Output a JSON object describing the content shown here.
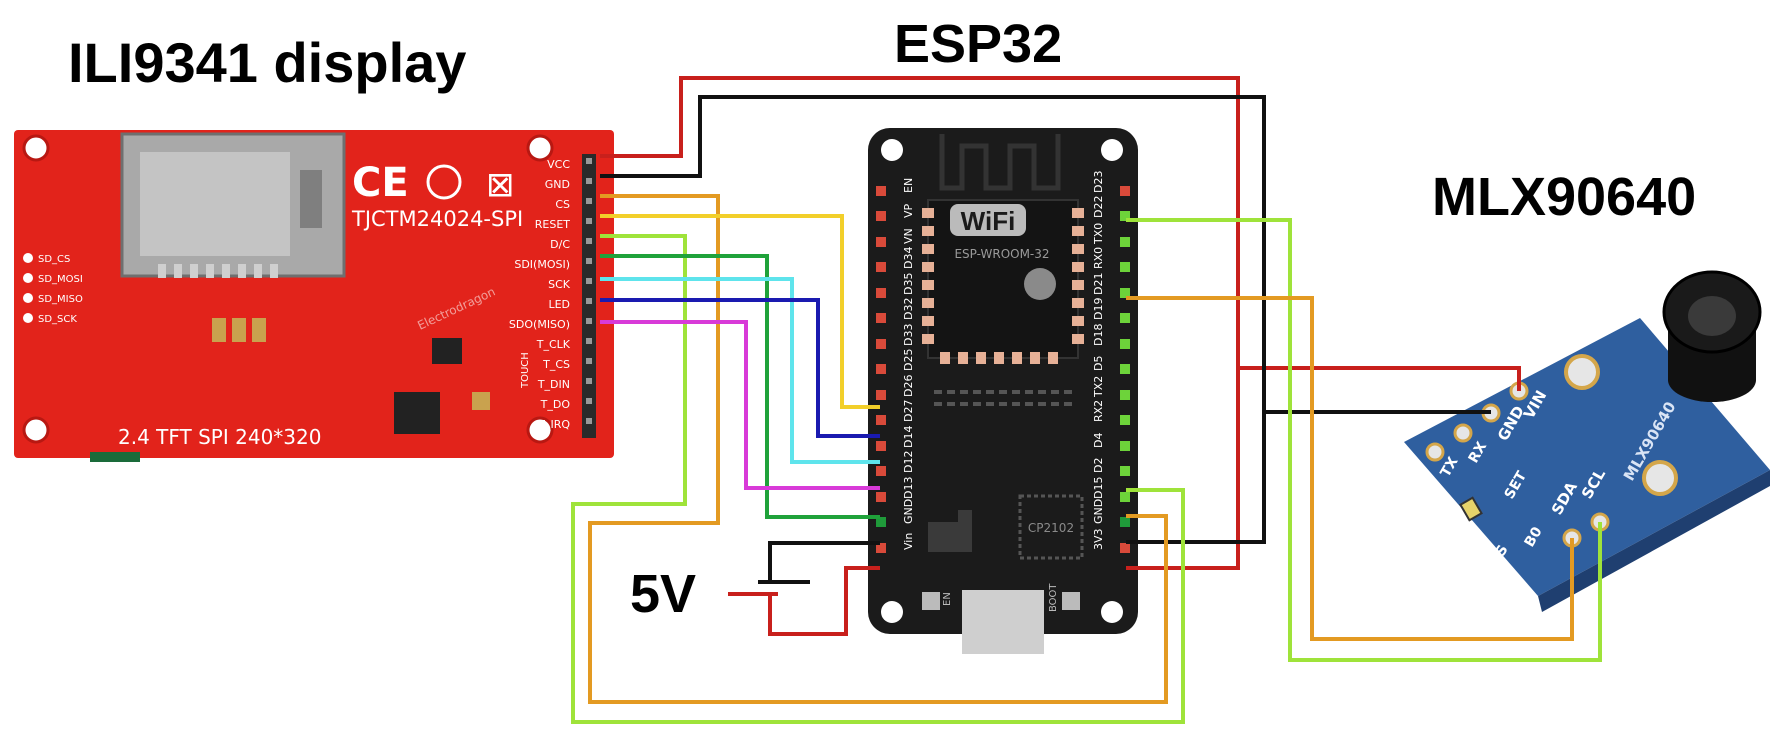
{
  "titles": {
    "display": "ILI9341 display",
    "esp": "ESP32",
    "sensor": "MLX90640",
    "power": "5V"
  },
  "display": {
    "model": "TJCTM24024-SPI",
    "size_text": "2.4 TFT  SPI  240*320",
    "sd_labels": [
      "SD_CS",
      "SD_MOSI",
      "SD_MISO",
      "SD_SCK"
    ],
    "header_pins": [
      "VCC",
      "GND",
      "CS",
      "RESET",
      "D/C",
      "SDI(MOSI)",
      "SCK",
      "LED",
      "SDO(MISO)",
      "T_CLK",
      "T_CS",
      "T_DIN",
      "T_DO",
      "T_IRQ"
    ],
    "touch_label": "TOUCH",
    "brand": "Electrodragon"
  },
  "esp32": {
    "module_label": "ESP-WROOM-32",
    "wifi_label": "WiFi",
    "chip_label": "CP2102",
    "left_pins": [
      "EN",
      "VP",
      "VN",
      "D34",
      "D35",
      "D32",
      "D33",
      "D25",
      "D26",
      "D27",
      "D14",
      "D12",
      "D13",
      "GND",
      "Vin"
    ],
    "right_pins": [
      "D23",
      "D22",
      "TX0",
      "RX0",
      "D21",
      "D19",
      "D18",
      "D5",
      "TX2",
      "RX2",
      "D4",
      "D2",
      "D15",
      "GND",
      "3V3"
    ],
    "en_button": "EN",
    "boot_button": "BOOT"
  },
  "sensor": {
    "pins": [
      "VIN",
      "GND",
      "SCL",
      "SDA"
    ],
    "side_labels": [
      "RX",
      "TX",
      "SET",
      "B0",
      "PS"
    ],
    "board_text": "MLX90640"
  },
  "colors": {
    "red": "#c8201c",
    "black": "#111111",
    "orange": "#e39a22",
    "yellow": "#f2cf2a",
    "lime": "#9fe33a",
    "green": "#1fa23a",
    "cyan": "#5ee4ec",
    "blue": "#1a1ab0",
    "magenta": "#d83ad8"
  }
}
